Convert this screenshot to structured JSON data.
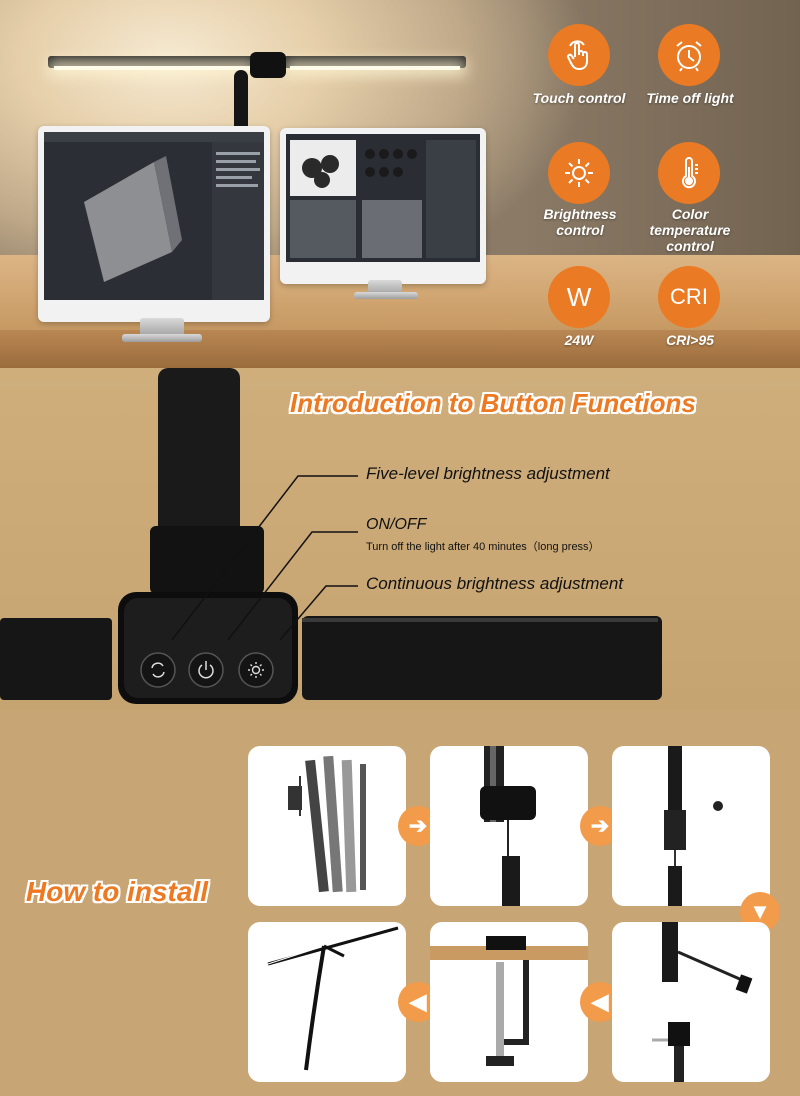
{
  "features": [
    {
      "icon": "touch-icon",
      "label": "Touch control"
    },
    {
      "icon": "alarm-clock-icon",
      "label": "Time off light"
    },
    {
      "icon": "sun-icon",
      "label": "Brightness control"
    },
    {
      "icon": "thermometer-icon",
      "label": "Color temperature control"
    },
    {
      "icon_text": "W",
      "label": "24W"
    },
    {
      "icon_text": "CRI",
      "label": "CRI>95"
    }
  ],
  "buttons_section": {
    "title": "Introduction to Button Functions",
    "callouts": [
      {
        "main": "Five-level brightness adjustment"
      },
      {
        "main": "ON/OFF",
        "sub": "Turn off the light after 40 minutes（long press）"
      },
      {
        "main": "Continuous brightness adjustment"
      }
    ]
  },
  "install_section": {
    "title": "How to install"
  },
  "colors": {
    "accent": "#ea7a23",
    "arrow": "#f29b4a",
    "panel_bg": "#c9a877"
  }
}
